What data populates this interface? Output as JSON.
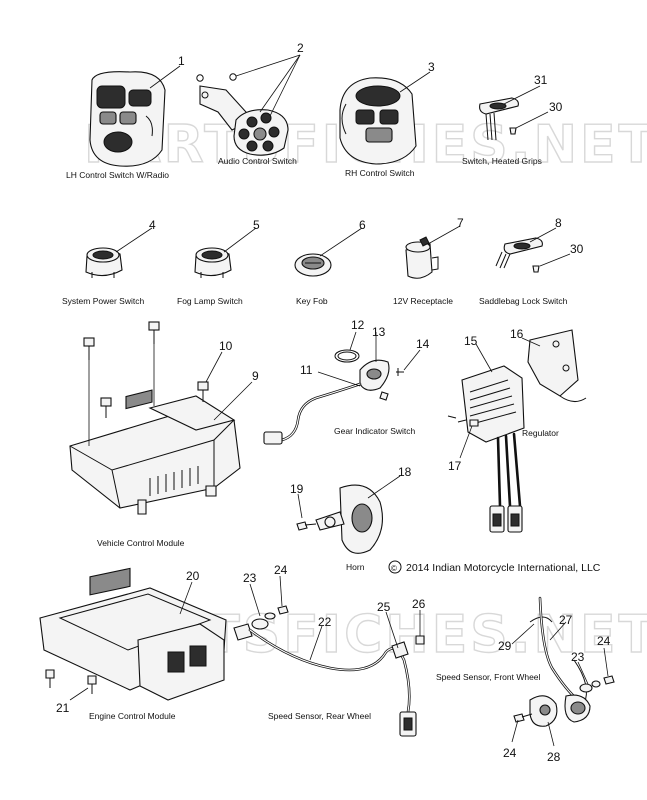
{
  "watermark": "PARTSFICHES.NET",
  "copyright": "2014 Indian Motorcycle International, LLC",
  "copyright_symbol": "©",
  "parts": [
    {
      "id": "callout-1",
      "number": "1"
    },
    {
      "id": "callout-2",
      "number": "2"
    },
    {
      "id": "callout-3",
      "number": "3"
    },
    {
      "id": "callout-31",
      "number": "31"
    },
    {
      "id": "callout-30a",
      "number": "30"
    },
    {
      "id": "callout-4",
      "number": "4"
    },
    {
      "id": "callout-5",
      "number": "5"
    },
    {
      "id": "callout-6",
      "number": "6"
    },
    {
      "id": "callout-7",
      "number": "7"
    },
    {
      "id": "callout-8",
      "number": "8"
    },
    {
      "id": "callout-30b",
      "number": "30"
    },
    {
      "id": "callout-10",
      "number": "10"
    },
    {
      "id": "callout-9",
      "number": "9"
    },
    {
      "id": "callout-12",
      "number": "12"
    },
    {
      "id": "callout-13",
      "number": "13"
    },
    {
      "id": "callout-14",
      "number": "14"
    },
    {
      "id": "callout-11",
      "number": "11"
    },
    {
      "id": "callout-16",
      "number": "16"
    },
    {
      "id": "callout-15",
      "number": "15"
    },
    {
      "id": "callout-17",
      "number": "17"
    },
    {
      "id": "callout-18",
      "number": "18"
    },
    {
      "id": "callout-19",
      "number": "19"
    },
    {
      "id": "callout-20",
      "number": "20"
    },
    {
      "id": "callout-23",
      "number": "23"
    },
    {
      "id": "callout-24a",
      "number": "24"
    },
    {
      "id": "callout-22",
      "number": "22"
    },
    {
      "id": "callout-25",
      "number": "25"
    },
    {
      "id": "callout-26",
      "number": "26"
    },
    {
      "id": "callout-27",
      "number": "27"
    },
    {
      "id": "callout-29",
      "number": "29"
    },
    {
      "id": "callout-24b",
      "number": "24"
    },
    {
      "id": "callout-23b",
      "number": "23"
    },
    {
      "id": "callout-21",
      "number": "21"
    },
    {
      "id": "callout-24c",
      "number": "24"
    },
    {
      "id": "callout-28",
      "number": "28"
    }
  ],
  "captions": {
    "lh_control_switch": "LH Control Switch W/Radio",
    "audio_control_switch": "Audio Control Switch",
    "rh_control_switch": "RH Control Switch",
    "heated_grips_switch": "Switch, Heated Grips",
    "system_power_switch": "System Power Switch",
    "fog_lamp_switch": "Fog Lamp Switch",
    "key_fob": "Key Fob",
    "receptacle_12v": "12V Receptacle",
    "saddlebag_lock_switch": "Saddlebag Lock Switch",
    "gear_indicator_switch": "Gear Indicator Switch",
    "regulator": "Regulator",
    "vehicle_control_module": "Vehicle Control Module",
    "horn": "Horn",
    "engine_control_module": "Engine Control Module",
    "speed_sensor_rear": "Speed Sensor, Rear Wheel",
    "speed_sensor_front": "Speed Sensor, Front Wheel"
  }
}
